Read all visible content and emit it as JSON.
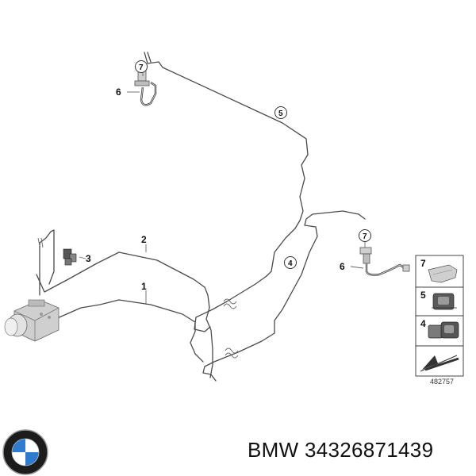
{
  "callouts": {
    "n1": "1",
    "n2": "2",
    "n3": "3",
    "n4": "4",
    "n5": "5",
    "n6a": "6",
    "n6b": "6",
    "n7a": "7",
    "n7b": "7"
  },
  "legend": {
    "items": [
      {
        "label": "7"
      },
      {
        "label": "5"
      },
      {
        "label": "4"
      }
    ]
  },
  "drawing_number": "482757",
  "footer": {
    "brand_text": "BMW 34326871439"
  },
  "icons": {
    "logo": "bmw-roundel-logo"
  }
}
